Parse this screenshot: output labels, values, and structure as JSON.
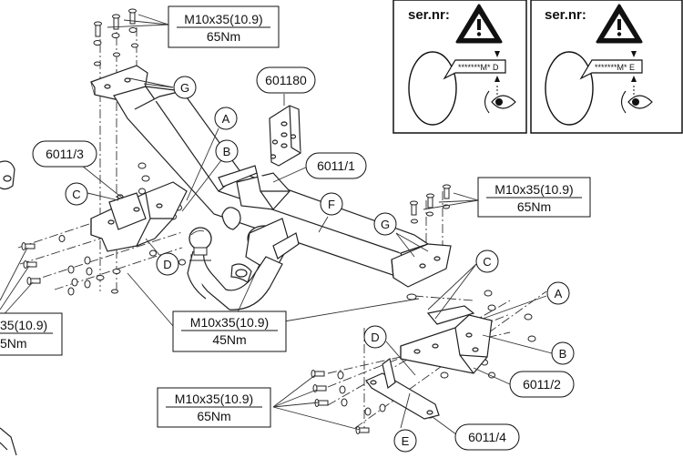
{
  "specs": {
    "top": {
      "line1": "M10x35(10.9)",
      "line2": "65Nm"
    },
    "right": {
      "line1": "M10x35(10.9)",
      "line2": "65Nm"
    },
    "center": {
      "line1": "M10x35(10.9)",
      "line2": "45Nm"
    },
    "left_partial": {
      "line1": "35(10.9)",
      "line2": "5Nm"
    },
    "bottom": {
      "line1": "M10x35(10.9)",
      "line2": "65Nm"
    }
  },
  "parts": {
    "p601180": "601180",
    "p6011_1": "6011/1",
    "p6011_3": "6011/3",
    "p6011_2": "6011/2",
    "p6011_4": "6011/4"
  },
  "letters": {
    "a1": "A",
    "b1": "B",
    "c1": "C",
    "d1": "D",
    "f": "F",
    "g1": "G",
    "g2": "G",
    "c2": "C",
    "a2": "A",
    "b2": "B",
    "d2": "D",
    "e": "E"
  },
  "serial_panels": {
    "left": {
      "title": "ser.nr:",
      "code": "*******M* D"
    },
    "right": {
      "title": "ser.nr:",
      "code": "*******M* E"
    }
  },
  "icons": [
    "warning-icon",
    "eye-icon"
  ]
}
